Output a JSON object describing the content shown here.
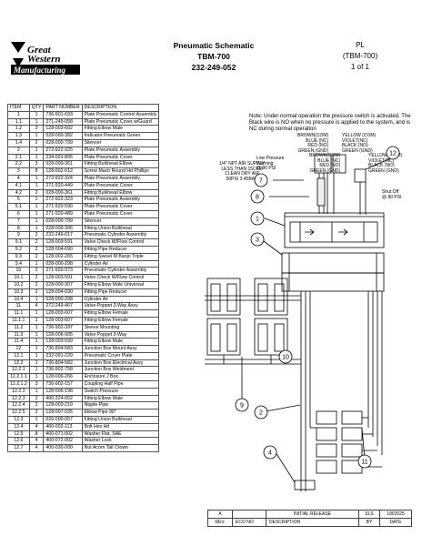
{
  "logo": {
    "line1": "Great",
    "line2": "Western",
    "line3": "Manufacturing"
  },
  "header": {
    "title": "Pneumatic Schematic",
    "model": "TBM-700",
    "part_number": "232-249-052",
    "pl_label": "PL",
    "pl_model": "(TBM-700)",
    "page": "1 of 1"
  },
  "bom": {
    "columns": [
      "ITEM",
      "QTY",
      "PART NUMBER",
      "DESCRIPTION"
    ],
    "rows": [
      [
        "1",
        "1",
        "736-901-693",
        "Plate Pneumatic Control Assembly"
      ],
      [
        "1.1",
        "1",
        "271-245-058",
        "Plate Pneumatic Cover w/Guard"
      ],
      [
        "1.2",
        "3",
        "128-003-602",
        "Fitting Elbow Male"
      ],
      [
        "1.3",
        "1",
        "028-000-382",
        "Indicator Pneumatic Green"
      ],
      [
        "1.4",
        "2",
        "028-000-799",
        "Silencer"
      ],
      [
        "2",
        "1",
        "272-922-325",
        "Plate Pneumatic Assembly"
      ],
      [
        "2.1",
        "1",
        "234-091-805",
        "Plate Pneumatic Cover"
      ],
      [
        "2.2",
        "3",
        "028-000-361",
        "Fitting Bulkhead Elbow"
      ],
      [
        "3",
        "8",
        "128-002-012",
        "Screw Mach Round Hd Phillips"
      ],
      [
        "4",
        "1",
        "272-922-324",
        "Plate Pneumatic Assembly"
      ],
      [
        "4.1",
        "1",
        "271-920-449",
        "Plate Pneumatic Cover"
      ],
      [
        "4.2",
        "2",
        "028-000-361",
        "Fitting Bulkhead Elbow"
      ],
      [
        "5",
        "1",
        "272-922-323",
        "Plate Pneumatic Assembly"
      ],
      [
        "5.1",
        "1",
        "271-920-590",
        "Plate Pneumatic Cover"
      ],
      [
        "6",
        "1",
        "271-920-489",
        "Plate Pneumatic Cover"
      ],
      [
        "7",
        "1",
        "028-000-799",
        "Silencer"
      ],
      [
        "8",
        "1",
        "028-000-306",
        "Fitting Union Bulkhead"
      ],
      [
        "9",
        "2",
        "232-249-017",
        "Pneumatic Cylinder Assembly"
      ],
      [
        "9.1",
        "2",
        "128-003-591",
        "Valve Check W/Flow Control"
      ],
      [
        "9.2",
        "2",
        "128-004-690",
        "Fitting Pipe Reducer"
      ],
      [
        "9.3",
        "2",
        "128-002-265",
        "Fitting Swivel M Banjo Triple"
      ],
      [
        "9.4",
        "1",
        "028-000-298",
        "Cylinder Air"
      ],
      [
        "10",
        "2",
        "271-920-373",
        "Pneumatic Cylinder Assembly"
      ],
      [
        "10.1",
        "2",
        "128-003-591",
        "Valve Check W/Flow Control"
      ],
      [
        "10.2",
        "2",
        "028-000-307",
        "Fitting Elbow Male Universal"
      ],
      [
        "10.3",
        "2",
        "128-004-690",
        "Fitting Pipe Reducer"
      ],
      [
        "10.4",
        "1",
        "028-000-298",
        "Cylinder Air"
      ],
      [
        "11",
        "4",
        "272-249-467",
        "Valve Poppet 3-Way Assy"
      ],
      [
        "11.1",
        "1",
        "128-003-607",
        "Fitting Elbow Female"
      ],
      [
        "11.1.1",
        "1",
        "128-003-607",
        "Fitting Elbow Female"
      ],
      [
        "11.2",
        "1",
        "736-902-397",
        "Sleeve Mounting"
      ],
      [
        "11.3",
        "1",
        "128-006-905",
        "Valve Poppet 3-Way"
      ],
      [
        "11.4",
        "1",
        "128-003-599",
        "Fitting Elbow Male"
      ],
      [
        "12",
        "1",
        "736-804-583",
        "Junction Box Mount Assy"
      ],
      [
        "12.1",
        "1",
        "232-091-229",
        "Pneumatic Cover Plate"
      ],
      [
        "12.2",
        "1",
        "736-804-582",
        "Junction Box Electrical Assy"
      ],
      [
        "12.2.1",
        "1",
        "736-902-758",
        "Junction Box Weldment"
      ],
      [
        "12.2.1.1",
        "1",
        "128-006-266",
        "Enclosure J Box"
      ],
      [
        "12.2.1.2",
        "3",
        "736-902-157",
        "Coupling Half Pipe"
      ],
      [
        "12.2.2",
        "1",
        "128-006-198",
        "Switch Pressure"
      ],
      [
        "12.2.3",
        "2",
        "400-324-002",
        "Fitting Elbow Male"
      ],
      [
        "12.2.4",
        "2",
        "128-003-219",
        "Nipple Pipe"
      ],
      [
        "12.2.5",
        "2",
        "128-007-035",
        "Elbow Pipe 90°"
      ],
      [
        "12.3",
        "1",
        "026-000-057",
        "Fitting Union Bulkhead"
      ],
      [
        "12.4",
        "4",
        "400-002-113",
        "Bolt Hex Hd"
      ],
      [
        "12.5",
        "8",
        "400-071-002",
        "Washer Flat, SAE"
      ],
      [
        "12.6",
        "4",
        "400-072-002",
        "Washer Lock"
      ],
      [
        "12.7",
        "4",
        "400-030-000",
        "Nut Acorn Tall Crown"
      ]
    ]
  },
  "note": "Note: Under normal operation the pressure switch is activated. The Black wire is NO when no pressure is applied to the system, and is NC during normal operation",
  "wires": {
    "left": "BROWN(COM)\nBLUE (NC)\nRED (NO)\nGREEN (GND)",
    "right": "YELLOW (COM)\nVIOLET(NC)\nBLACK (NO)\nGREEN (GND)"
  },
  "low_pressure": "Low Pressure\nWarning\n@ 90 PSI",
  "air_supply": "1/4\" NPT AIR SUPPLY\nLESS THAN 15CFM\nCLEAN DRY AIR\n50PSI 3.45BAR",
  "shutoff": "Shut Off\n@ 80 PSI",
  "callouts": [
    "1",
    "2",
    "3",
    "4",
    "7",
    "8",
    "9",
    "10",
    "11",
    "12"
  ],
  "revision": {
    "rows": [
      [
        "A",
        "",
        "INITIAL RELEASE",
        "SLS",
        "1/8/2025"
      ]
    ],
    "headers": [
      "REV.",
      "ECO NO",
      "DESCRIPTION",
      "BY",
      "DATE"
    ]
  }
}
